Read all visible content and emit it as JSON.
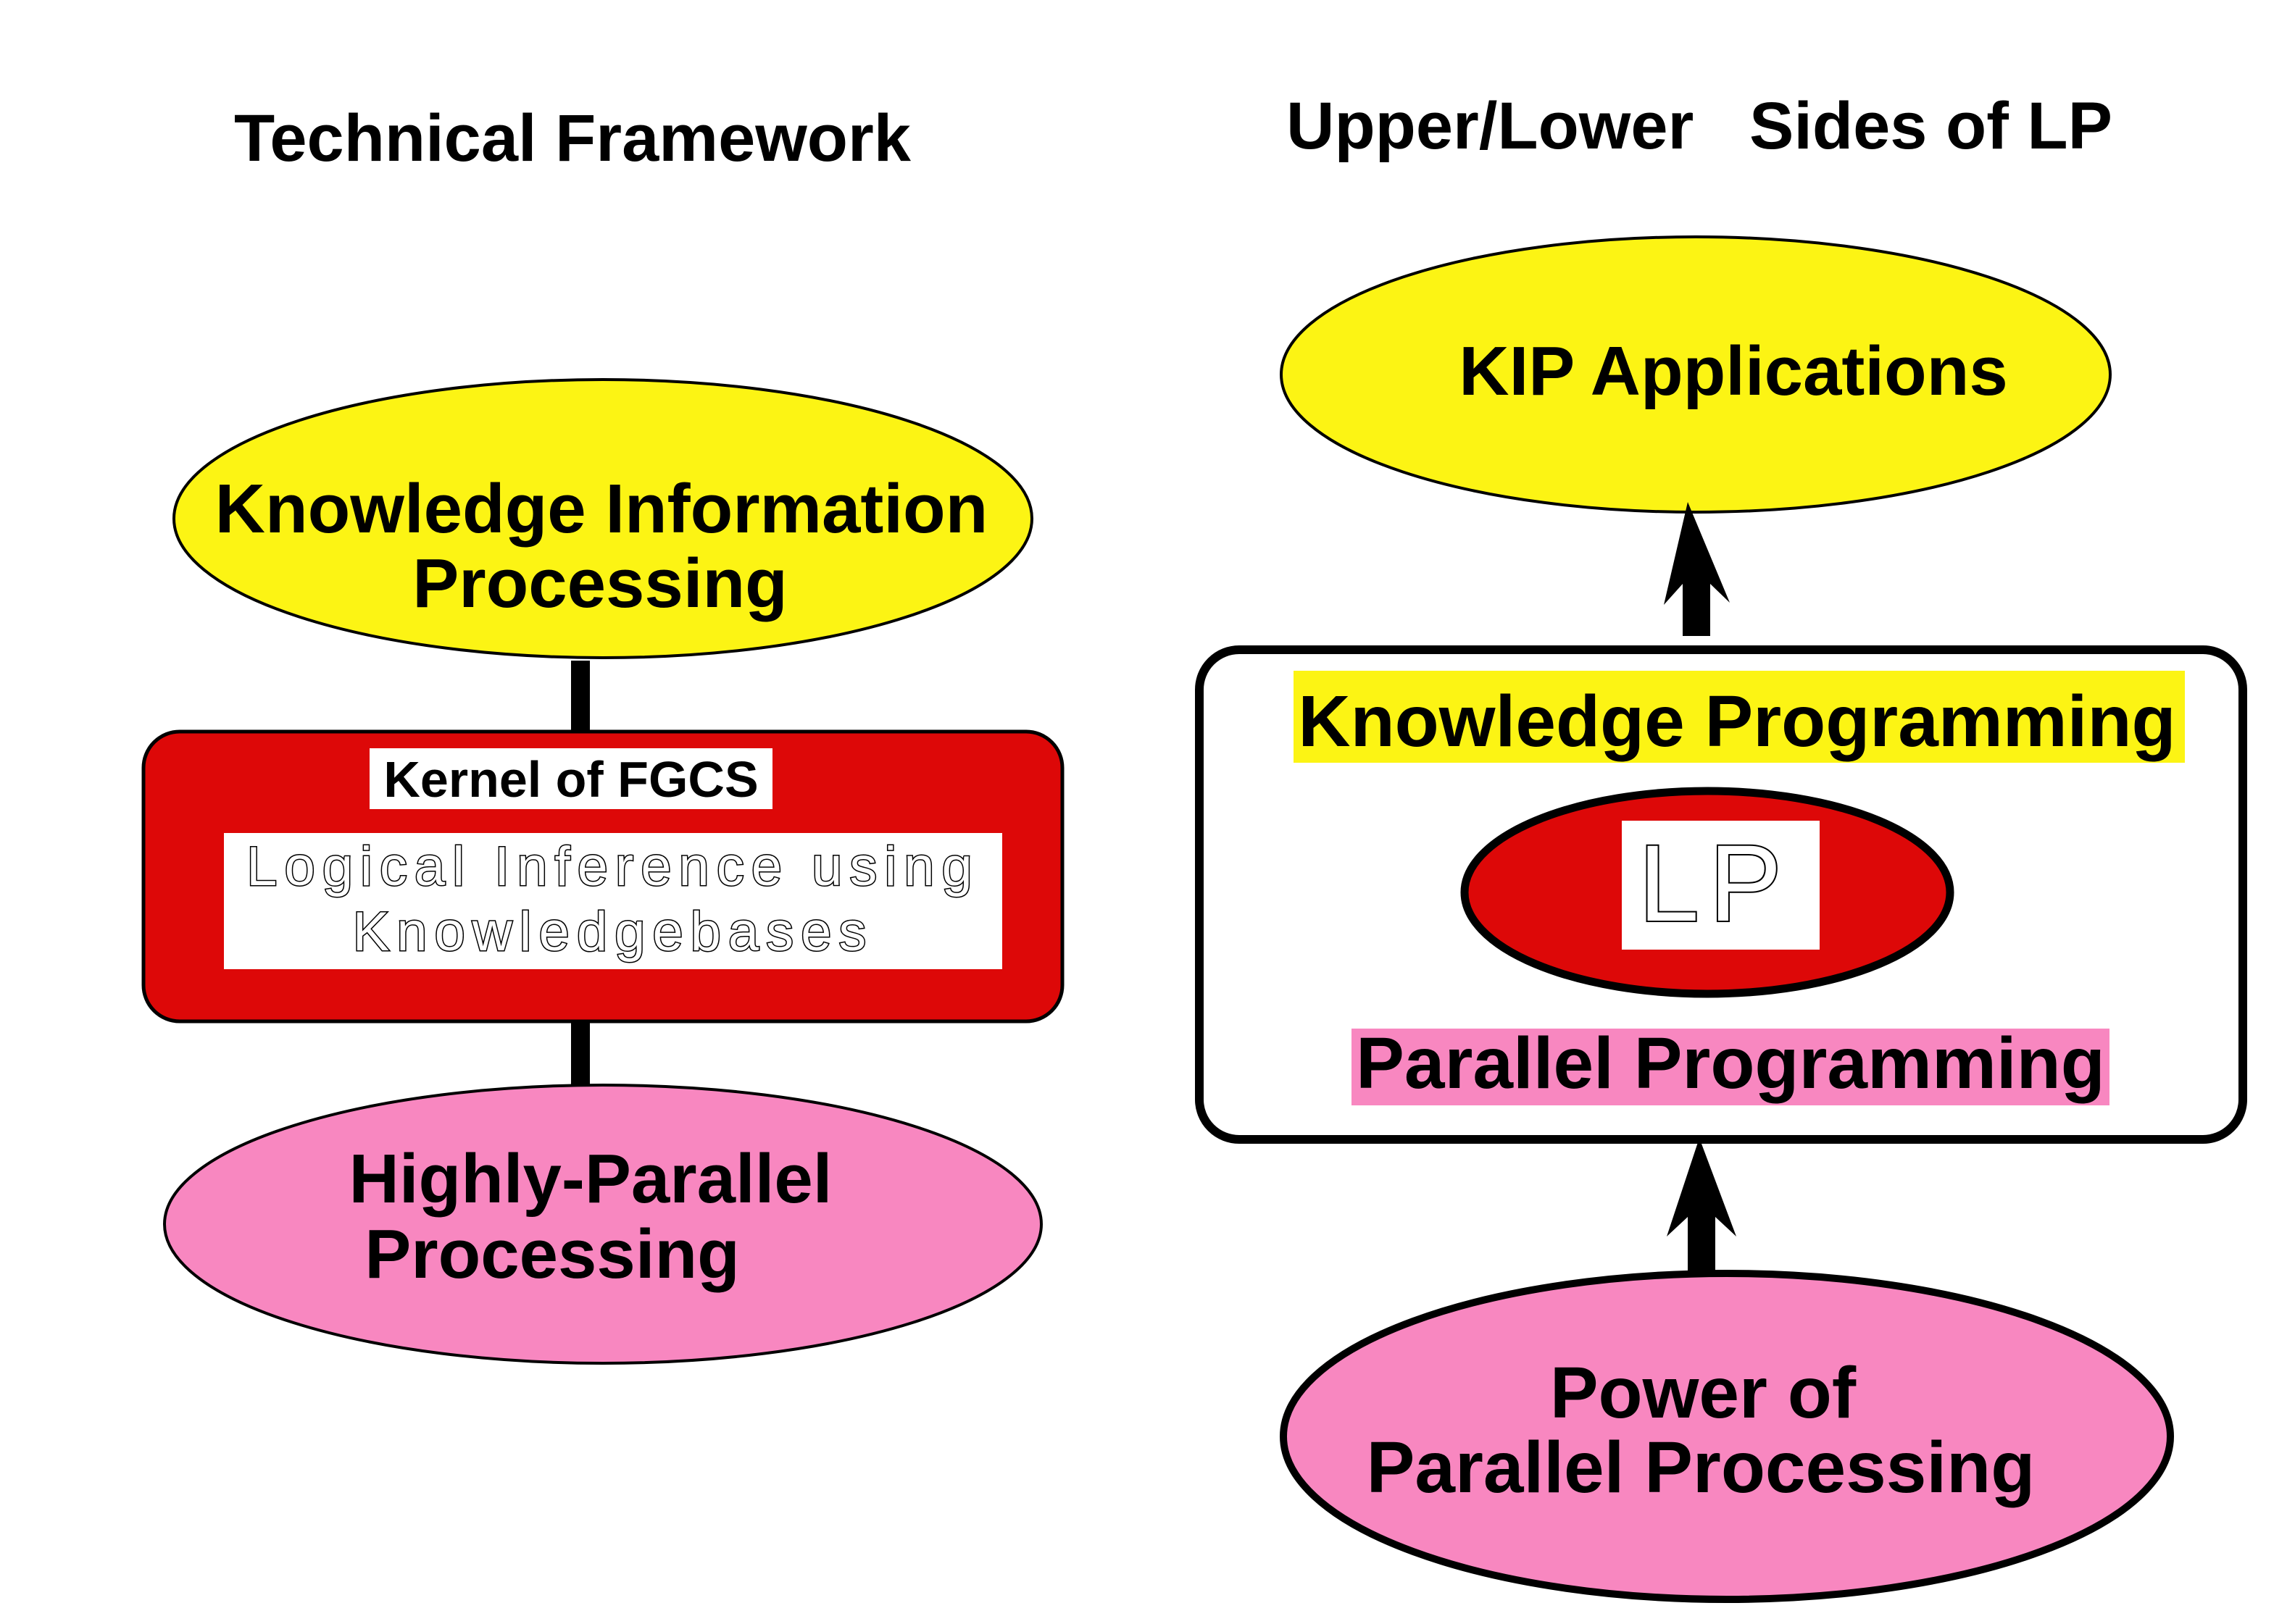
{
  "left_panel": {
    "title": "Technical Framework",
    "top_node": {
      "line1": "Knowledge Information",
      "line2": "Processing"
    },
    "kernel": {
      "label": "Kernel of FGCS",
      "inner_line1": "Logical Inference using",
      "inner_line2": "Knowledgebases"
    },
    "bottom_node": {
      "line1": "Highly-Parallel",
      "line2": "Processing"
    }
  },
  "right_panel": {
    "title": "Upper/Lower   Sides of LP",
    "top_node": {
      "label": "KIP Applications"
    },
    "box": {
      "upper_label": "Knowledge Programming",
      "center_label": "LP",
      "lower_label": "Parallel Programming"
    },
    "bottom_node": {
      "line1": "Power of",
      "line2": "Parallel Processing"
    }
  },
  "colors": {
    "yellow": "#FCF414",
    "red": "#DD0808",
    "pink": "#F887C0",
    "black": "#000000",
    "white": "#FFFFFF"
  }
}
